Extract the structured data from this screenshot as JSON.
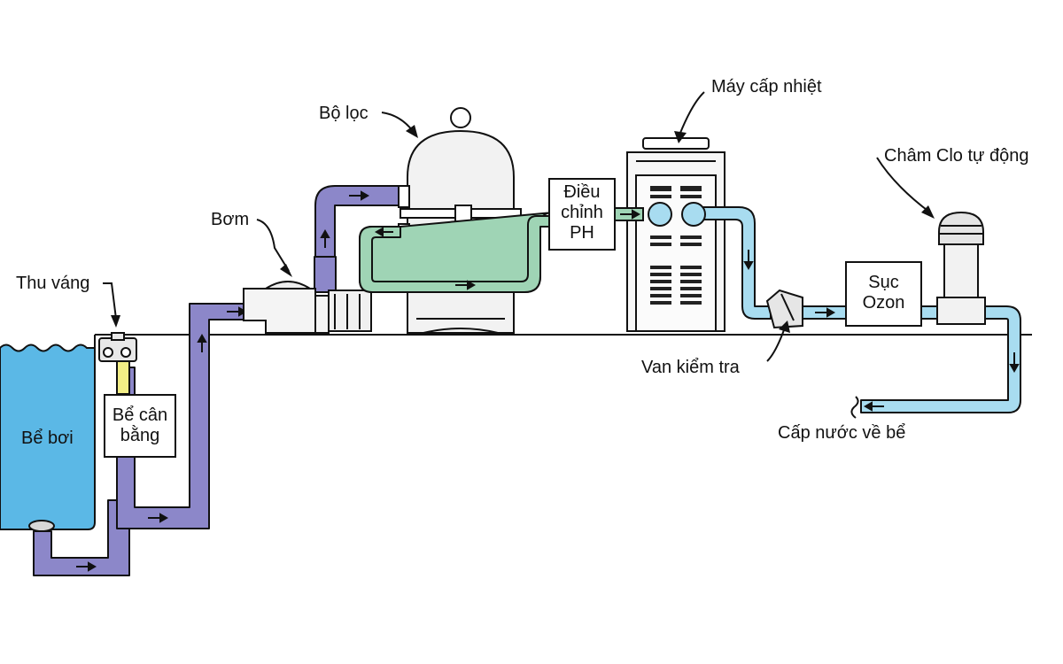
{
  "labels": {
    "pool": "Bể bơi",
    "skimmer": "Thu váng",
    "balance_tank": [
      "Bể cân",
      "bằng"
    ],
    "pump": "Bơm",
    "filter": "Bộ lọc",
    "ph_control": [
      "Điều",
      "chỉnh",
      "PH"
    ],
    "heater": "Máy cấp nhiệt",
    "chlorinator": "Châm Clo tự động",
    "ozone": [
      "Sục",
      "Ozon"
    ],
    "check_valve": "Van kiểm tra",
    "return": "Cấp nước về bể"
  },
  "colors": {
    "pool_water": "#5bb8e6",
    "suction_pipe": "#8c87c9",
    "filter_pipe": "#9fd4b5",
    "return_pipe": "#a8dcf0",
    "yellow_pipe": "#f2ee86",
    "outline": "#111111"
  }
}
